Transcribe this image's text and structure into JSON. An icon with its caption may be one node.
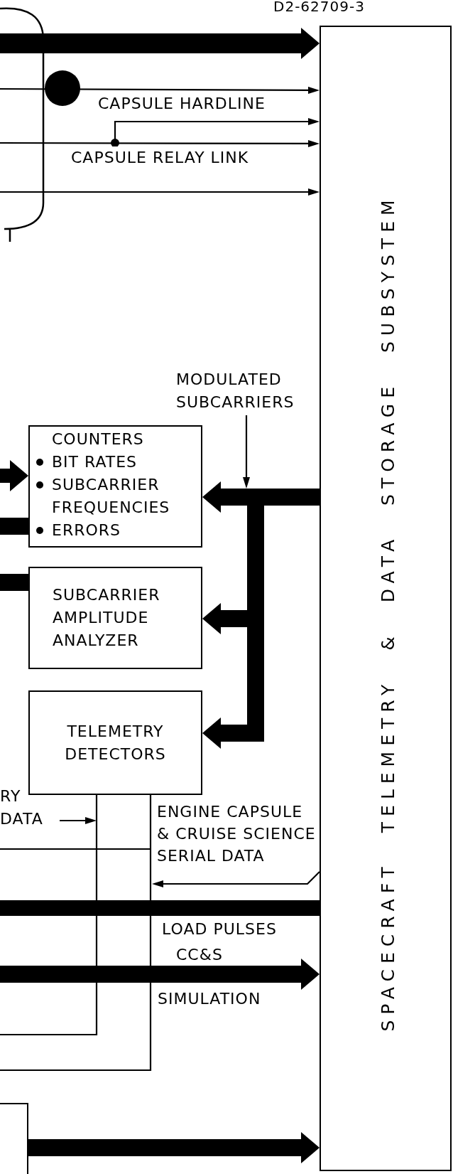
{
  "diagram": {
    "nodes": [
      {
        "text": [
          "SPACECRAFT TELEMETRY & DATA STORAGE SUBSYSTEM"
        ]
      },
      {
        "text": [
          "COUNTERS",
          "BIT RATES",
          "SUBCARRIER FREQUENCIES",
          "ERRORS"
        ]
      },
      {
        "text": [
          "SUBCARRIER AMPLITUDE ANALYZER"
        ]
      },
      {
        "text": [
          "TELEMETRY DETECTORS"
        ]
      },
      {
        "text": [
          "MODULATED SUBCARRIERS"
        ]
      },
      {
        "text": [
          "RY DATA"
        ]
      },
      {
        "text": [],
        "shape": "box"
      }
    ],
    "edges": [
      {
        "from": null,
        "to": 0,
        "arrow": "to"
      },
      {
        "from": null,
        "to": 0,
        "arrow": "to",
        "label": "CAPSULE HARDLINE"
      },
      {
        "from": null,
        "to": 0,
        "arrow": "to"
      },
      {
        "from": null,
        "to": 0,
        "arrow": "to",
        "label": "CAPSULE RELAY LINK"
      },
      {
        "from": null,
        "to": 0,
        "arrow": "to"
      },
      {
        "from": 4,
        "to": null,
        "arrow": "to"
      },
      {
        "from": 0,
        "to": 1,
        "arrow": "to"
      },
      {
        "from": 0,
        "to": 2,
        "arrow": "to"
      },
      {
        "from": 0,
        "to": 3,
        "arrow": "to"
      },
      {
        "from": null,
        "to": 1,
        "arrow": "to"
      },
      {
        "from": null,
        "to": 1,
        "arrow": "none"
      },
      {
        "from": null,
        "to": 2,
        "arrow": "none"
      },
      {
        "from": 3,
        "to": null,
        "arrow": "none"
      },
      {
        "from": 3,
        "to": null,
        "arrow": "none"
      },
      {
        "from": 5,
        "to": 3,
        "arrow": "to"
      },
      {
        "from": 0,
        "to": null,
        "arrow": "to",
        "label": "ENGINE CAPSULE & CRUISE SCIENCE SERIAL DATA"
      },
      {
        "from": null,
        "to": 0,
        "arrow": "none"
      },
      {
        "from": null,
        "to": 0,
        "arrow": "to"
      },
      {
        "from": 6,
        "to": 0,
        "arrow": "to"
      }
    ],
    "labels": [
      "D2-62709-3",
      "LOAD PULSES",
      "CC&S",
      "SIMULATION"
    ]
  }
}
